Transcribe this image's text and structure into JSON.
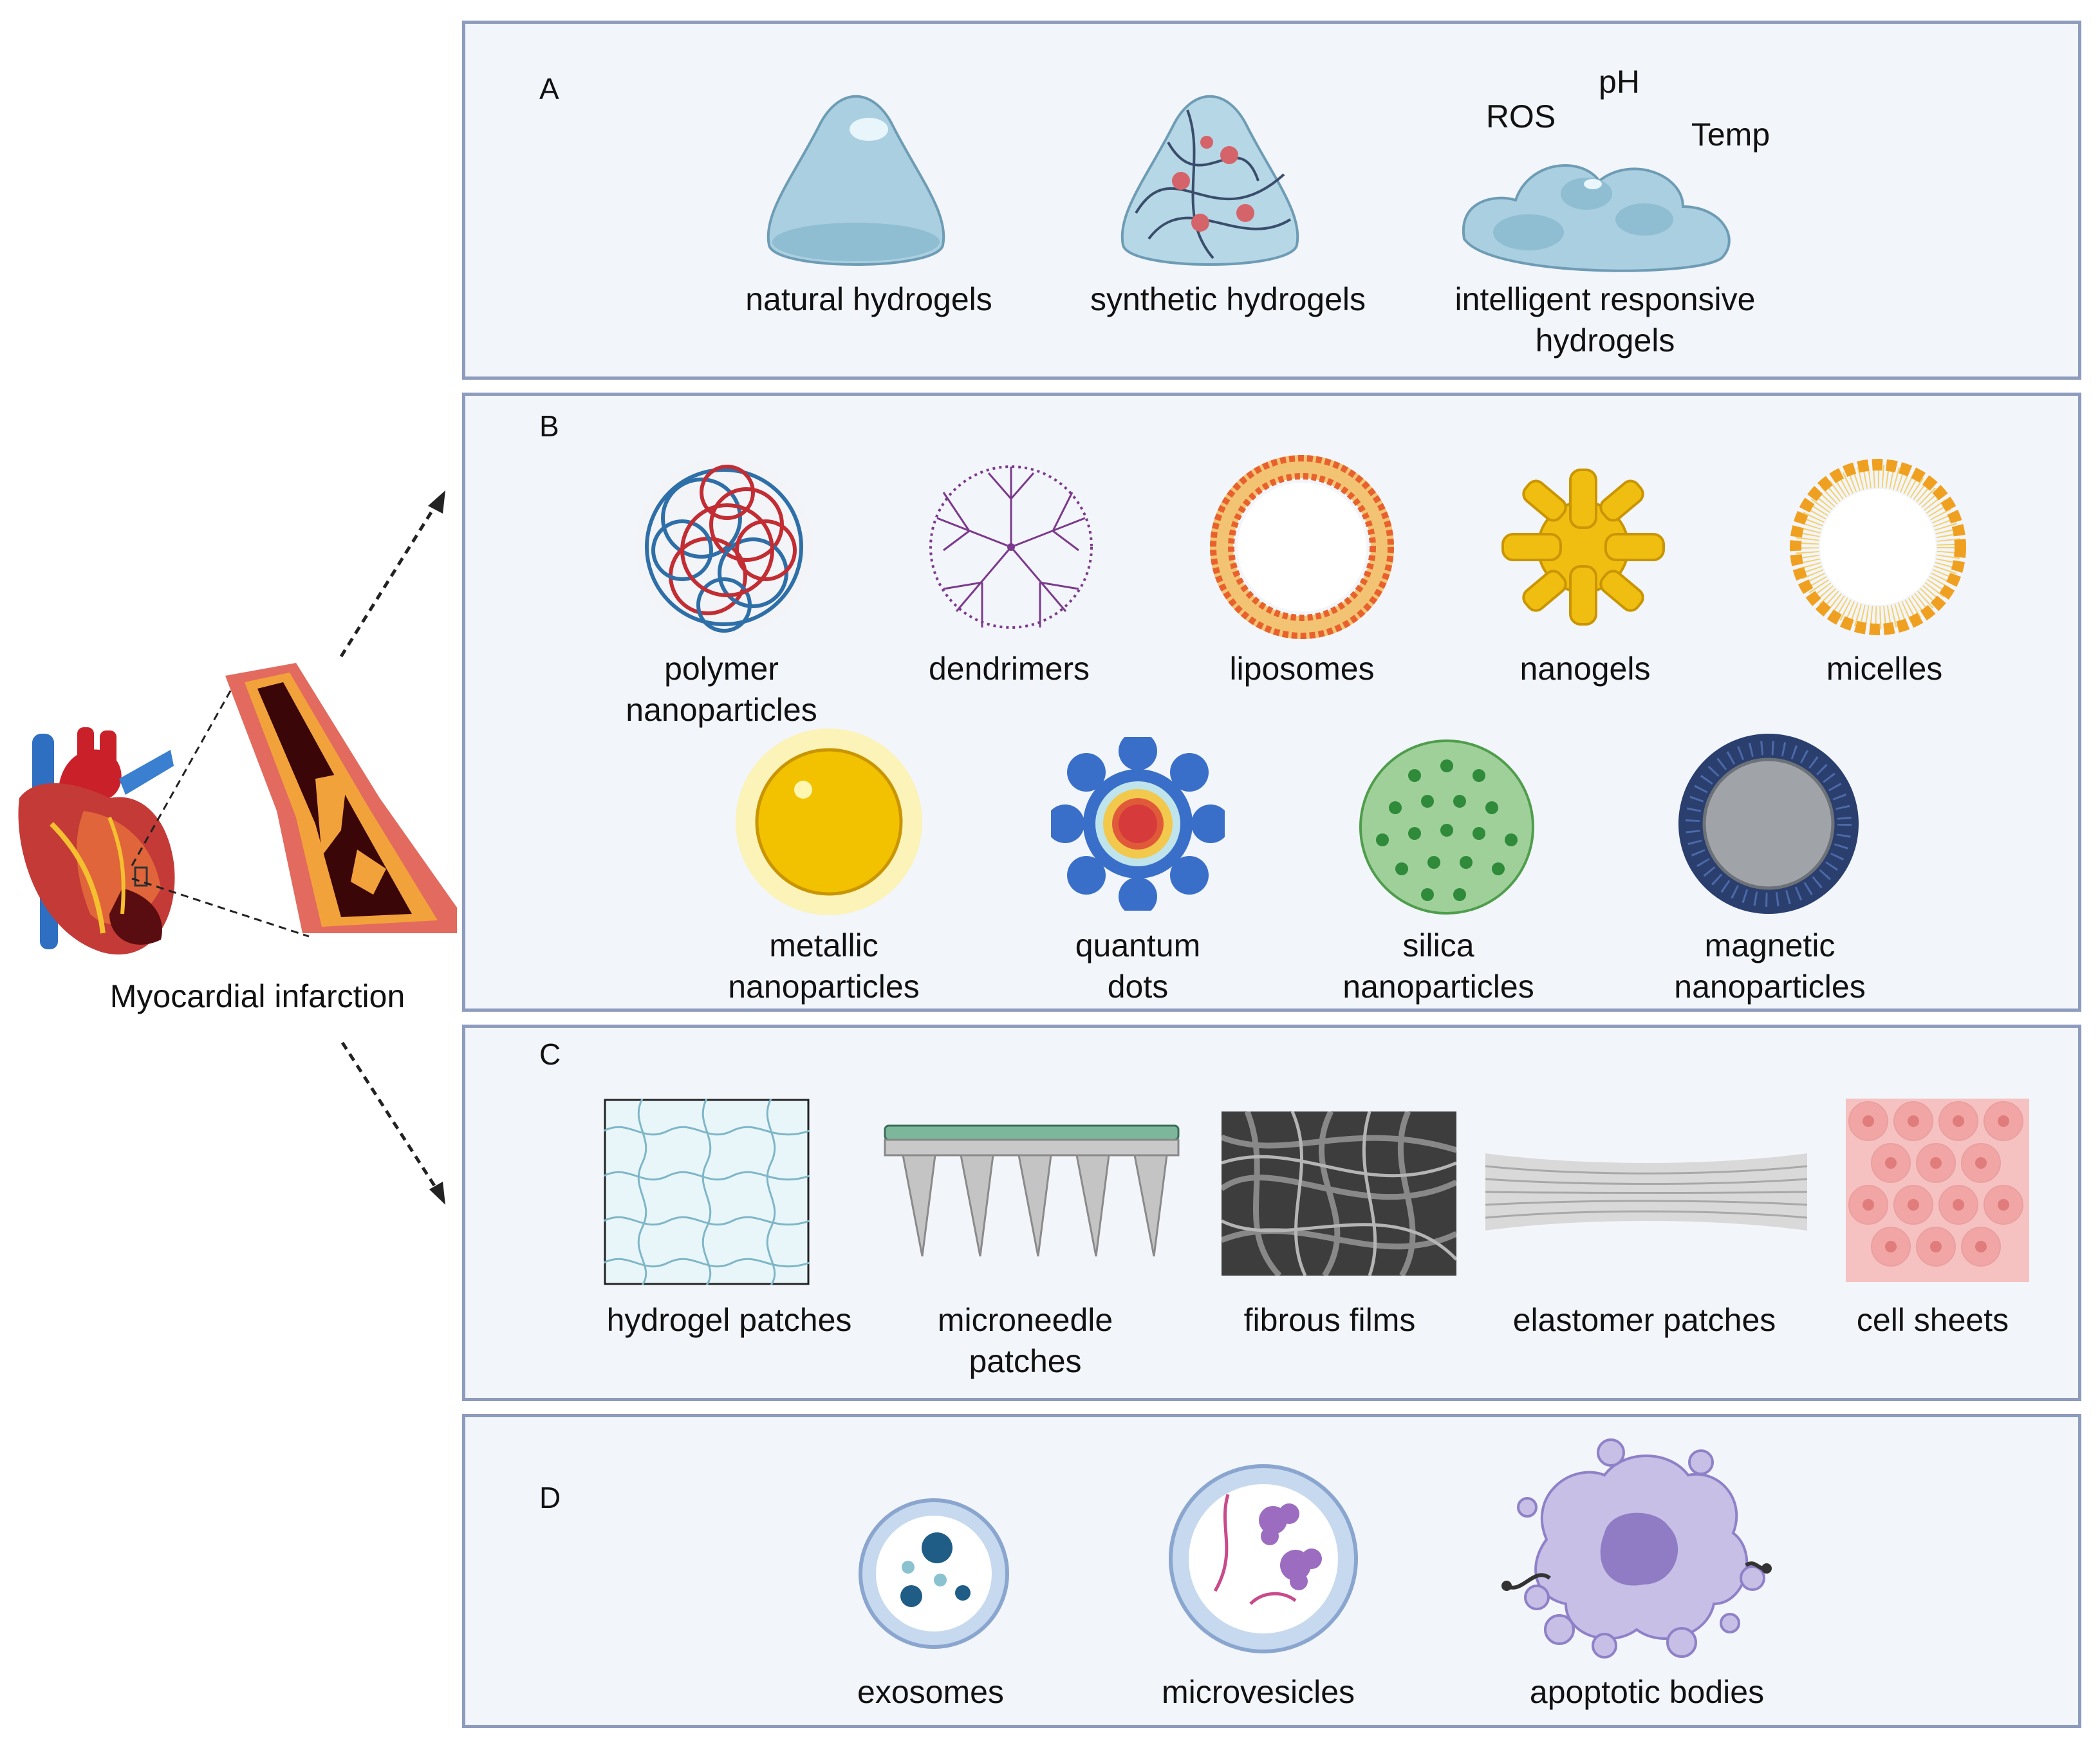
{
  "left": {
    "caption": "Myocardial infarction"
  },
  "panels": {
    "A": {
      "label": "A",
      "items": [
        {
          "line1": "natural hydrogels",
          "line2": ""
        },
        {
          "line1": "synthetic hydrogels",
          "line2": ""
        },
        {
          "line1": "intelligent responsive",
          "line2": "hydrogels"
        }
      ],
      "stimuli": {
        "ros": "ROS",
        "ph": "pH",
        "temp": "Temp"
      }
    },
    "B": {
      "label": "B",
      "items": [
        {
          "line1": "polymer",
          "line2": "nanoparticles"
        },
        {
          "line1": "dendrimers",
          "line2": ""
        },
        {
          "line1": "liposomes",
          "line2": ""
        },
        {
          "line1": "nanogels",
          "line2": ""
        },
        {
          "line1": "micelles",
          "line2": ""
        },
        {
          "line1": "metallic",
          "line2": "nanoparticles"
        },
        {
          "line1": "quantum",
          "line2": "dots"
        },
        {
          "line1": "silica",
          "line2": "nanoparticles"
        },
        {
          "line1": "magnetic",
          "line2": "nanoparticles"
        }
      ]
    },
    "C": {
      "label": "C",
      "items": [
        {
          "line1": "hydrogel patches",
          "line2": ""
        },
        {
          "line1": "microneedle",
          "line2": "patches"
        },
        {
          "line1": "fibrous films",
          "line2": ""
        },
        {
          "line1": "elastomer patches",
          "line2": ""
        },
        {
          "line1": "cell sheets",
          "line2": ""
        }
      ]
    },
    "D": {
      "label": "D",
      "items": [
        {
          "line1": "exosomes",
          "line2": ""
        },
        {
          "line1": "microvesicles",
          "line2": ""
        },
        {
          "line1": "apoptotic bodies",
          "line2": ""
        }
      ]
    }
  },
  "colors": {
    "panel_border": "#8d9bbd",
    "panel_fill": "#f2f5fa",
    "hydrogel": "#a9cfe0",
    "gold": "#f2c200",
    "orange": "#f0a020",
    "purple": "#9b86c9"
  }
}
